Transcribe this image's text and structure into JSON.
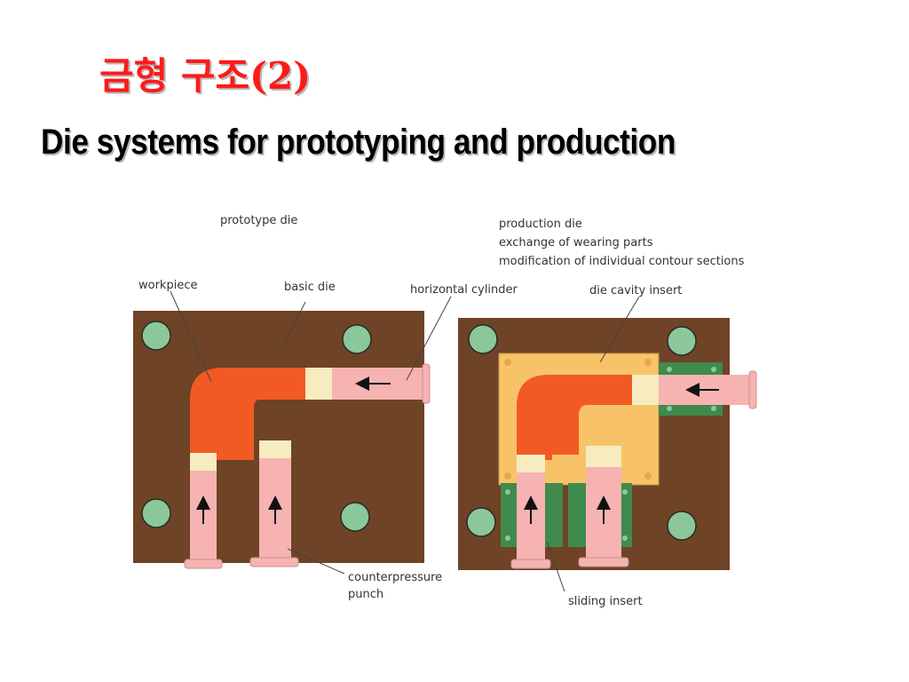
{
  "slide": {
    "title_ko": "금형 구조(2)",
    "title_en": "Die systems for prototyping and production"
  },
  "figure": {
    "labels": {
      "prototype_die": "prototype die",
      "production_die_line1": "production die",
      "production_die_line2": "exchange of wearing parts",
      "production_die_line3": "modification of individual contour sections",
      "workpiece": "workpiece",
      "basic_die": "basic die",
      "horizontal_cylinder": "horizontal cylinder",
      "die_cavity_insert": "die cavity insert",
      "counterpressure_line1": "counterpressure",
      "counterpressure_line2": "punch",
      "sliding_insert": "sliding insert"
    },
    "colors": {
      "die_block": "#6e4326",
      "workpiece": "#f25a23",
      "punch": "#f6b3b2",
      "seal": "#f6ecc0",
      "cavity_insert": "#f8c368",
      "sliding_insert": "#3f8a4c",
      "bolt_hole": "#8cc79a"
    }
  }
}
